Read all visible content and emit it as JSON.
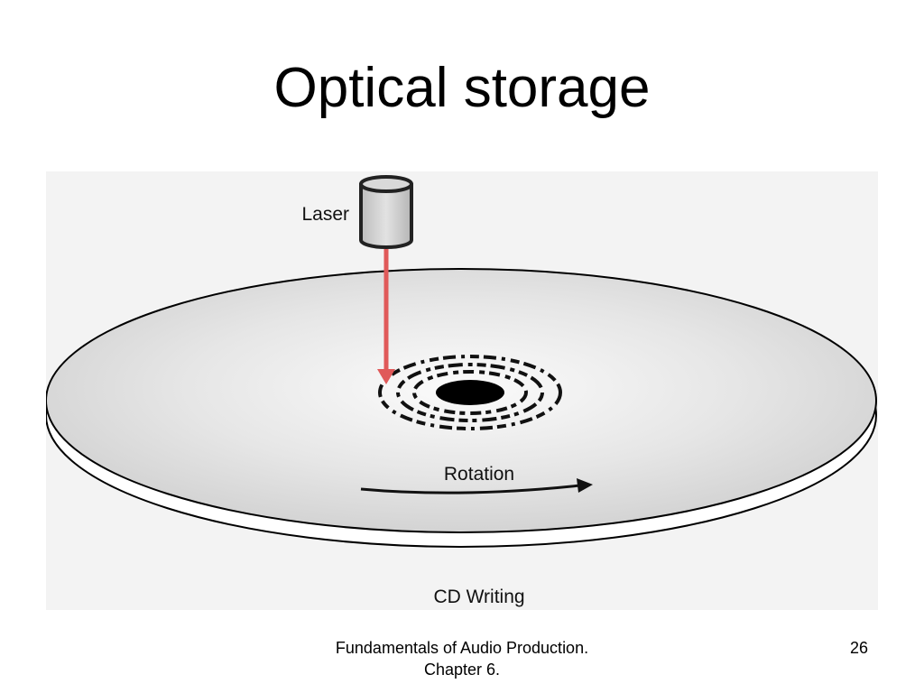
{
  "slide": {
    "title": "Optical storage",
    "footer": "Fundamentals of Audio Production. Chapter 6.",
    "page_number": "26"
  },
  "figure": {
    "laser_label": "Laser",
    "rotation_label": "Rotation",
    "caption": "CD Writing",
    "colors": {
      "laser_beam": "#e05a5a",
      "disc_fill": "#d6d6d6",
      "laser_body": "#cfcfcf",
      "background": "#f3f3f3"
    }
  }
}
